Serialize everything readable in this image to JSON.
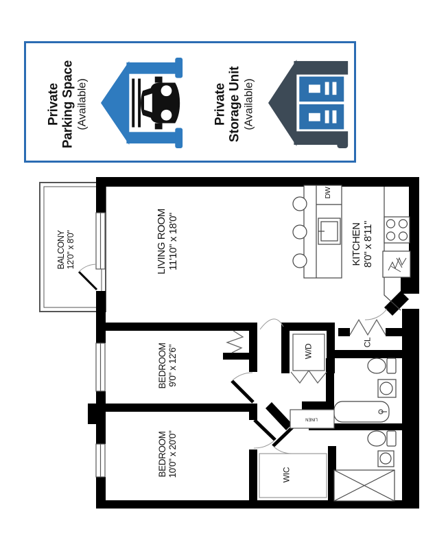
{
  "legend": {
    "border_color": "#2b6cb3",
    "items": [
      {
        "title_line1": "Private",
        "title_line2": "Parking Space",
        "subtitle": "(Available)",
        "icon": "parking-garage-icon",
        "icon_color": "#2f7bbf",
        "detail_color": "#111111"
      },
      {
        "title_line1": "Private",
        "title_line2": "Storage Unit",
        "subtitle": "(Available)",
        "icon": "storage-unit-icon",
        "icon_color": "#3d4a56",
        "detail_color": "#2d70ad"
      }
    ]
  },
  "floorplan": {
    "wall_color": "#000000",
    "line_color": "#4a4a4a",
    "rooms": [
      {
        "id": "balcony",
        "name": "BALCONY",
        "dims": "12'0\" x 8'0\""
      },
      {
        "id": "living-room",
        "name": "LIVING ROOM",
        "dims": "11'10\" x 18'0\""
      },
      {
        "id": "kitchen",
        "name": "KITCHEN",
        "dims": "8'0\" x 8'11\""
      },
      {
        "id": "bedroom-1",
        "name": "BEDROOM",
        "dims": "9'0\" x 12'6\""
      },
      {
        "id": "bedroom-2",
        "name": "BEDROOM",
        "dims": "10'0\" x 20'0\""
      }
    ],
    "labels": {
      "dishwasher": "DW",
      "washer_dryer": "W/D",
      "closet": "CL",
      "walk_in_closet": "WIC",
      "linen": "LINEN"
    }
  }
}
